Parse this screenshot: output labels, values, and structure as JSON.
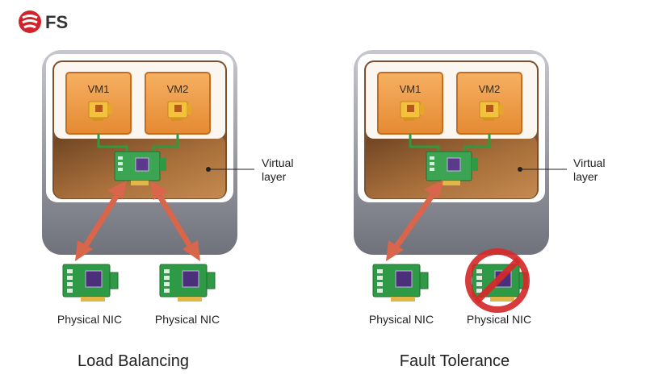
{
  "brand": {
    "name": "FS",
    "logo_color": "#d2232a"
  },
  "panels": [
    {
      "caption": "Load Balancing",
      "vm_labels": [
        "VM1",
        "VM2"
      ],
      "virtual_layer_label": [
        "Virtual",
        "layer"
      ],
      "nic_labels": [
        "Physical NIC",
        "Physical NIC"
      ],
      "links": [
        "active",
        "active"
      ]
    },
    {
      "caption": "Fault Tolerance",
      "vm_labels": [
        "VM1",
        "VM2"
      ],
      "virtual_layer_label": [
        "Virtual",
        "layer"
      ],
      "nic_labels": [
        "Physical NIC",
        "Physical NIC"
      ],
      "links": [
        "active",
        "failed"
      ]
    }
  ],
  "colors": {
    "arrow": "#d9654a",
    "failed_sign": "#d42a2a",
    "host_frame": "#8d8f99",
    "virtual_layer": "#9a6434",
    "vm_box": "#ee9c45",
    "nic_board": "#2f9a45",
    "connector": "#2e9a3e"
  }
}
